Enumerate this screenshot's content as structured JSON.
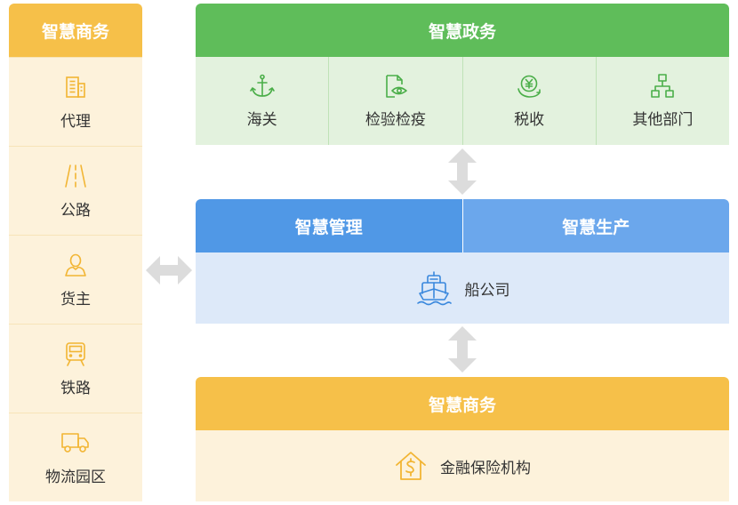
{
  "left_panel": {
    "title": "智慧商务",
    "items": [
      {
        "label": "代理",
        "icon": "building-icon"
      },
      {
        "label": "公路",
        "icon": "road-icon"
      },
      {
        "label": "货主",
        "icon": "person-icon"
      },
      {
        "label": "铁路",
        "icon": "train-icon"
      },
      {
        "label": "物流园区",
        "icon": "truck-icon"
      }
    ]
  },
  "gov_block": {
    "title": "智慧政务",
    "items": [
      {
        "label": "海关",
        "icon": "anchor-icon"
      },
      {
        "label": "检验检疫",
        "icon": "document-eye-icon"
      },
      {
        "label": "税收",
        "icon": "yen-coin-icon"
      },
      {
        "label": "其他部门",
        "icon": "org-chart-icon"
      }
    ]
  },
  "mgmt_block": {
    "tab_left": "智慧管理",
    "tab_right": "智慧生产",
    "body_label": "船公司",
    "icon": "ship-icon"
  },
  "biz_block": {
    "title": "智慧商务",
    "body_label": "金融保险机构",
    "icon": "house-dollar-icon"
  },
  "colors": {
    "yellow": "#f6c049",
    "yellow_light": "#fdf2db",
    "green": "#5fbd5a",
    "green_light": "#e3f2de",
    "blue": "#5098e6",
    "blue_alt": "#6ba7ec",
    "blue_light": "#dde9f9",
    "arrow": "#dcdcdc"
  }
}
